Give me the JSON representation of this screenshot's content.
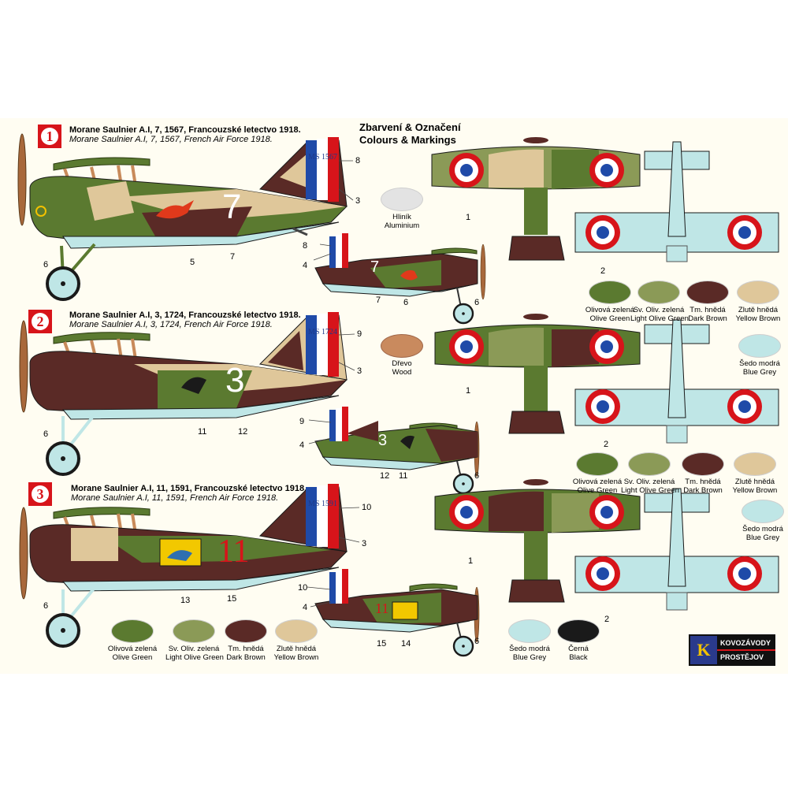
{
  "heading": {
    "cz": "Zbarvení & Označení",
    "en": "Colours & Markings"
  },
  "profiles": [
    {
      "number": "1",
      "title_cz": "Morane Saulnier A.I, 7, 1567, Francouzské letectvo 1918.",
      "title_en": "Morane Saulnier A.I, 7, 1567, French Air Force 1918.",
      "fuselage_code": "7",
      "serial": "1567",
      "rudder_prefix": "MS",
      "large_callouts": [
        "8",
        "3",
        "7",
        "5",
        "6"
      ],
      "small_callouts": [
        "8",
        "4",
        "7",
        "6",
        "6"
      ],
      "plan_callouts": [
        "1",
        "2"
      ]
    },
    {
      "number": "2",
      "title_cz": "Morane Saulnier A.I, 3, 1724, Francouzské letectvo 1918.",
      "title_en": "Morane Saulnier A.I, 3, 1724, French Air Force 1918.",
      "fuselage_code": "3",
      "serial": "1724",
      "rudder_prefix": "MS",
      "large_callouts": [
        "9",
        "3",
        "11",
        "12",
        "6"
      ],
      "small_callouts": [
        "9",
        "4",
        "12",
        "11",
        "6"
      ],
      "plan_callouts": [
        "1",
        "2"
      ]
    },
    {
      "number": "3",
      "title_cz": "Morane Saulnier A.I, 11, 1591, Francouzské letectvo 1918.",
      "title_en": "Morane Saulnier A.I, 11, 1591, French Air Force 1918.",
      "fuselage_code": "11",
      "serial": "1591",
      "rudder_prefix": "MS",
      "large_callouts": [
        "10",
        "3",
        "13",
        "15",
        "6"
      ],
      "small_callouts": [
        "10",
        "4",
        "15",
        "14",
        "6"
      ],
      "plan_callouts": [
        "1",
        "2"
      ]
    }
  ],
  "swatches": {
    "aluminium": {
      "cz": "Hliník",
      "en": "Aluminium",
      "color": "#e3e3e3"
    },
    "wood": {
      "cz": "Dřevo",
      "en": "Wood",
      "color": "#c98a5e"
    },
    "olive_green": {
      "cz": "Olivová zelená",
      "en": "Olive Green",
      "color": "#5b7a30"
    },
    "light_olive_green": {
      "cz": "Sv. Oliv. zelená",
      "en": "Light Olive Green",
      "color": "#8b9a57"
    },
    "dark_brown": {
      "cz": "Tm. hnědá",
      "en": "Dark Brown",
      "color": "#5a2a26"
    },
    "yellow_brown": {
      "cz": "Zlutě hnědá",
      "en": "Yellow Brown",
      "color": "#dfc79a"
    },
    "blue_grey": {
      "cz": "Šedo modrá",
      "en": "Blue Grey",
      "color": "#bfe6e6"
    },
    "black": {
      "cz": "Černá",
      "en": "Black",
      "color": "#1a1a1a"
    }
  },
  "colors": {
    "olive": "#5b7a30",
    "light_olive": "#8b9a57",
    "brown": "#5a2a26",
    "tan": "#dfc79a",
    "blue_grey": "#bfe6e6",
    "wood": "#a8683b",
    "roundel_red": "#d7141a",
    "roundel_blue": "#1f4aa8"
  },
  "logo": {
    "letter": "K",
    "line1": "KOVOZÁVODY",
    "line2": "PROSTĚJOV"
  }
}
